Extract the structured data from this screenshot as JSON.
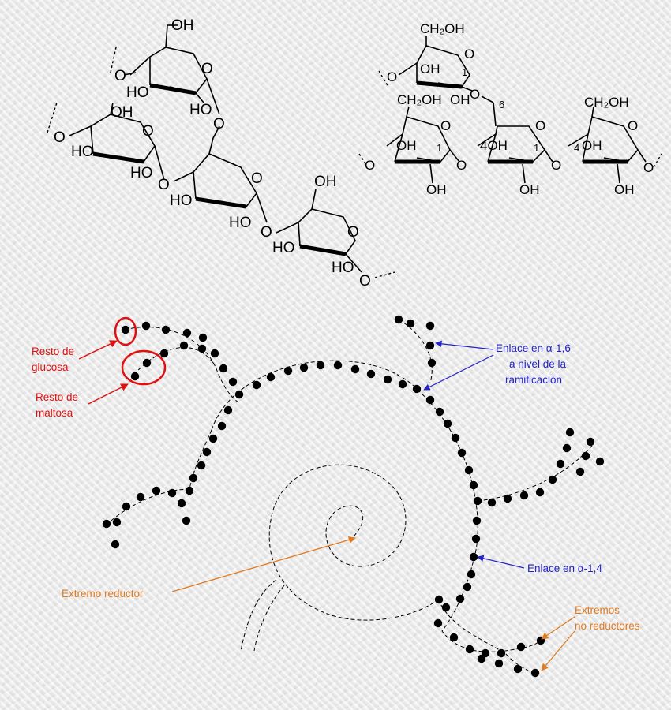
{
  "labels": {
    "resto_glucosa": [
      "Resto de",
      "glucosa"
    ],
    "resto_maltosa": [
      "Resto de",
      "maltosa"
    ],
    "enlace_16": [
      "Enlace en α-1,6",
      "a nivel de la",
      "ramificación"
    ],
    "enlace_14": "Enlace en α-1,4",
    "extremo_reductor": "Extremo reductor",
    "extremos_no_reductores": [
      "Extremos",
      "no reductores"
    ]
  },
  "chem": {
    "oh": "OH",
    "ho": "HO",
    "o": "O",
    "ch2oh": "CH₂OH",
    "n1": "1",
    "n4": "4",
    "n6": "6",
    "n4oh": "4OH"
  },
  "colors": {
    "red": "#e01010",
    "blue": "#2323c8",
    "orange": "#e07b22"
  }
}
